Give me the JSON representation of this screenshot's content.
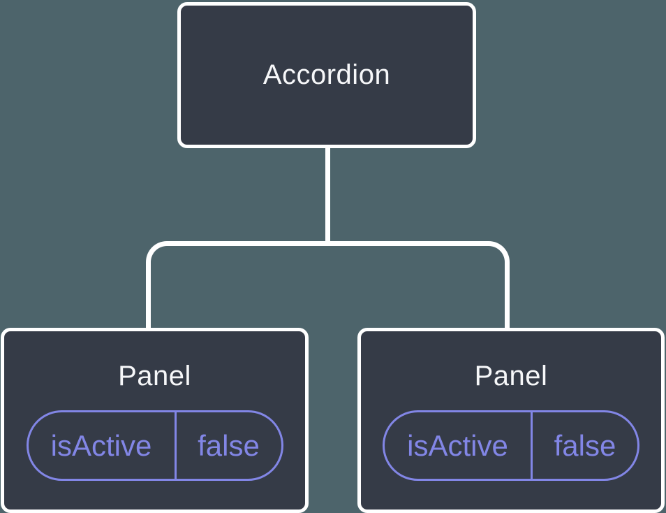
{
  "diagram": {
    "root": {
      "label": "Accordion"
    },
    "children": [
      {
        "title": "Panel",
        "state_key": "isActive",
        "state_value": "false"
      },
      {
        "title": "Panel",
        "state_key": "isActive",
        "state_value": "false"
      }
    ]
  },
  "colors": {
    "background": "#4D646B",
    "node_fill": "#353B47",
    "node_border": "#FFFFFF",
    "node_text": "#F6F7F9",
    "state_accent": "#8286E6"
  }
}
